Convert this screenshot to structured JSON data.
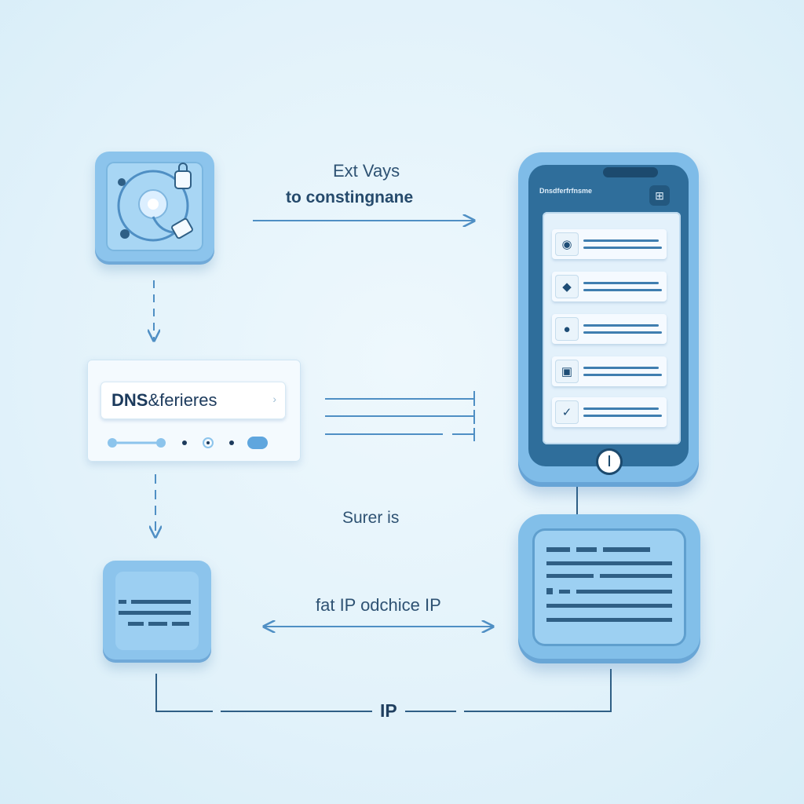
{
  "labels": {
    "top_line1": "Ext Vays",
    "top_line2": "to constingnane",
    "middle": "Surer is",
    "ip_link": "fat IP odchice IP",
    "bottom_ip": "IP"
  },
  "dns_panel": {
    "field_bold": "DNS",
    "field_rest": " &ferieres",
    "chevron": "›"
  },
  "phone": {
    "header_text": "Dnsdferfrfnsme",
    "menu_icon": "grid-icon",
    "items": [
      {
        "icon": "location-pin-icon",
        "glyph": "◉"
      },
      {
        "icon": "tag-icon",
        "glyph": "◆"
      },
      {
        "icon": "user-icon",
        "glyph": "●"
      },
      {
        "icon": "lock-icon",
        "glyph": "▣"
      },
      {
        "icon": "check-icon",
        "glyph": "✓"
      }
    ]
  },
  "colors": {
    "background": "#e2f2fa",
    "tile": "#8cc4ec",
    "phone_bezel": "#2f6e9b",
    "wire": "#4f8fc4",
    "text": "#2e5273"
  }
}
